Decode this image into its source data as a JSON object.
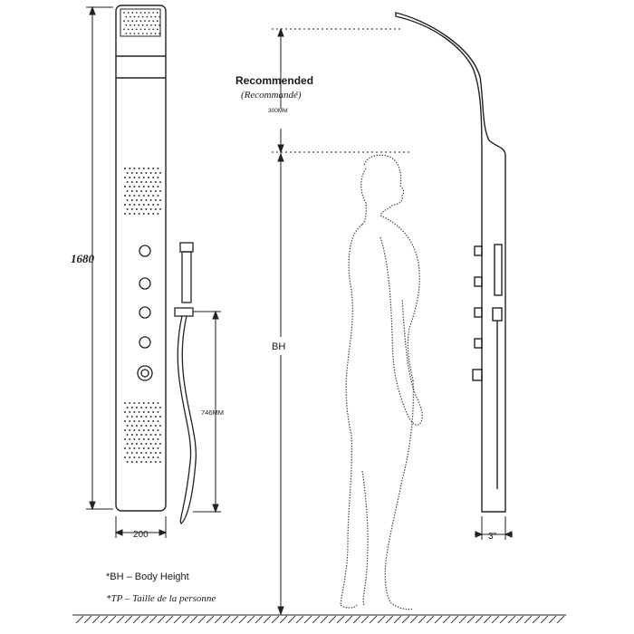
{
  "panel_front": {
    "height_label": "1680",
    "width_label": "200",
    "hose_label": "746MM"
  },
  "side_view": {
    "recommended_label": "Recommended",
    "recommended_fr": "(Recommandé)",
    "gap_label": "300MM",
    "body_height_label": "BH",
    "depth_label": "3\""
  },
  "legend": {
    "bh_note": "*BH – Body Height",
    "tp_note": "*TP – Taille de la personne"
  }
}
